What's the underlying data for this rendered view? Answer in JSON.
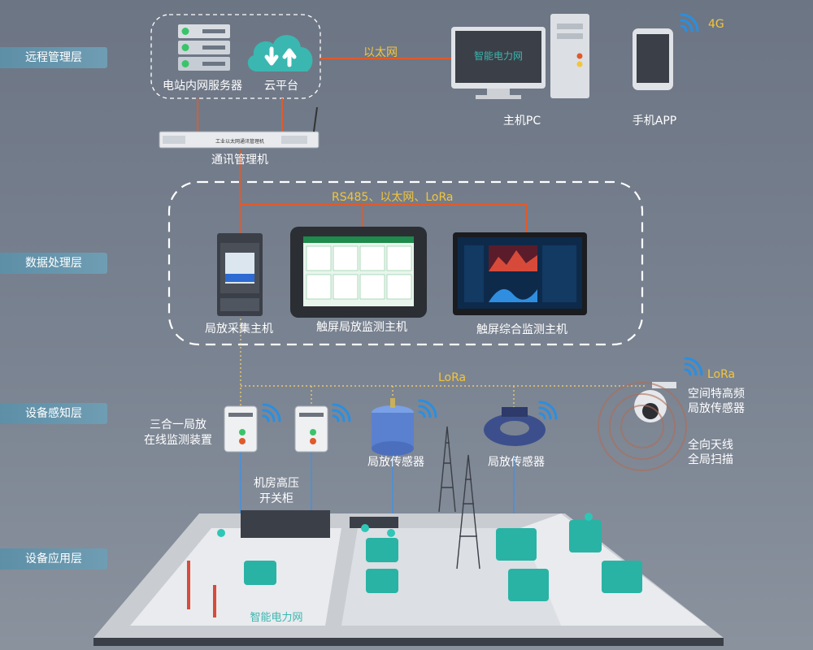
{
  "layers": {
    "remote": "远程管理层",
    "data": "数据处理层",
    "sensing": "设备感知层",
    "application": "设备应用层"
  },
  "nodes": {
    "server": "电站内网服务器",
    "cloud": "云平台",
    "comm_manager": "通讯管理机",
    "comm_device_text": "工业以太网通讯管理机",
    "pc": "主机PC",
    "phone": "手机APP",
    "collector": "局放采集主机",
    "touch_pd": "触屏局放监测主机",
    "touch_all": "触屏综合监测主机",
    "three_in_one": "三合一局放\n在线监测装置",
    "switchgear": "机房高压\n开关柜",
    "pd_sensor_1": "局放传感器",
    "pd_sensor_2": "局放传感器",
    "uhf_sensor": "空间特高频\n局放传感器",
    "omni": "全向天线\n全局扫描"
  },
  "links": {
    "ethernet": "以太网",
    "bus": "RS485、以太网、LoRa",
    "lora_main": "LoRa",
    "lora_uhf": "LoRa",
    "g4": "4G"
  },
  "brand": {
    "monitor": "智能电力网",
    "ground": "智能电力网"
  },
  "colors": {
    "accent_orange": "#e05a2b",
    "accent_yellow": "#f2c53c",
    "wifi_blue": "#2a8fe0",
    "teal": "#29b3a5",
    "label_bg": "#5d8fa7"
  }
}
